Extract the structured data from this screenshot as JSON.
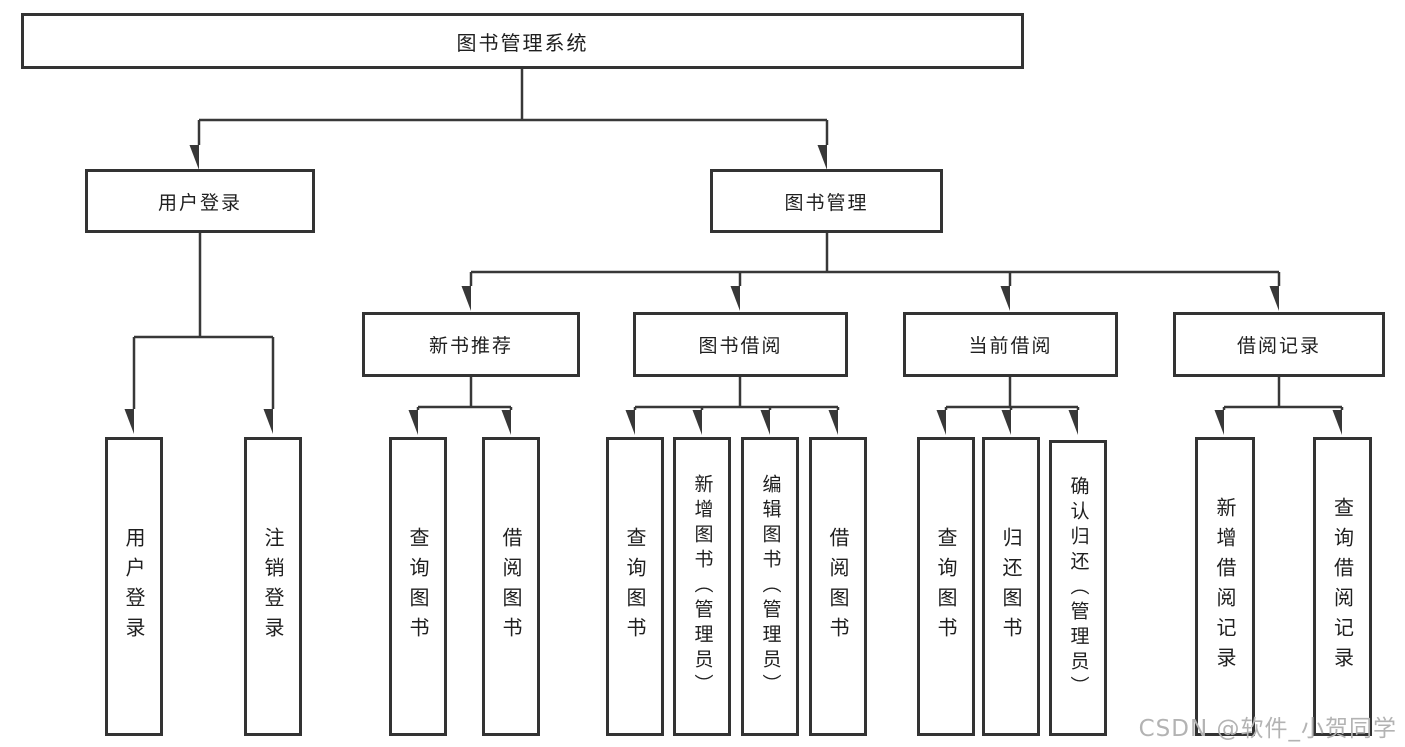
{
  "diagram": {
    "root": {
      "label": "图书管理系统"
    },
    "level2": {
      "user_login": {
        "label": "用户登录"
      },
      "book_mgmt": {
        "label": "图书管理"
      }
    },
    "level3": {
      "new_book": {
        "label": "新书推荐"
      },
      "book_borrow": {
        "label": "图书借阅"
      },
      "current_borrow": {
        "label": "当前借阅"
      },
      "borrow_record": {
        "label": "借阅记录"
      }
    },
    "leaves": {
      "user_login": [
        "用户登录",
        "注销登录"
      ],
      "new_book": [
        "查询图书",
        "借阅图书"
      ],
      "book_borrow": [
        "查询图书",
        "新增图书（管理员）",
        "编辑图书（管理员）",
        "借阅图书"
      ],
      "current_borrow": [
        "查询图书",
        "归还图书",
        "确认归还（管理员）"
      ],
      "borrow_record": [
        "新增借阅记录",
        "查询借阅记录"
      ]
    }
  },
  "watermark": "CSDN @软件_小贺同学",
  "colors": {
    "line": "#383838",
    "box_border": "#333333",
    "text": "#1f1f1f",
    "watermark": "#b3b3b3",
    "background": "#ffffff"
  }
}
